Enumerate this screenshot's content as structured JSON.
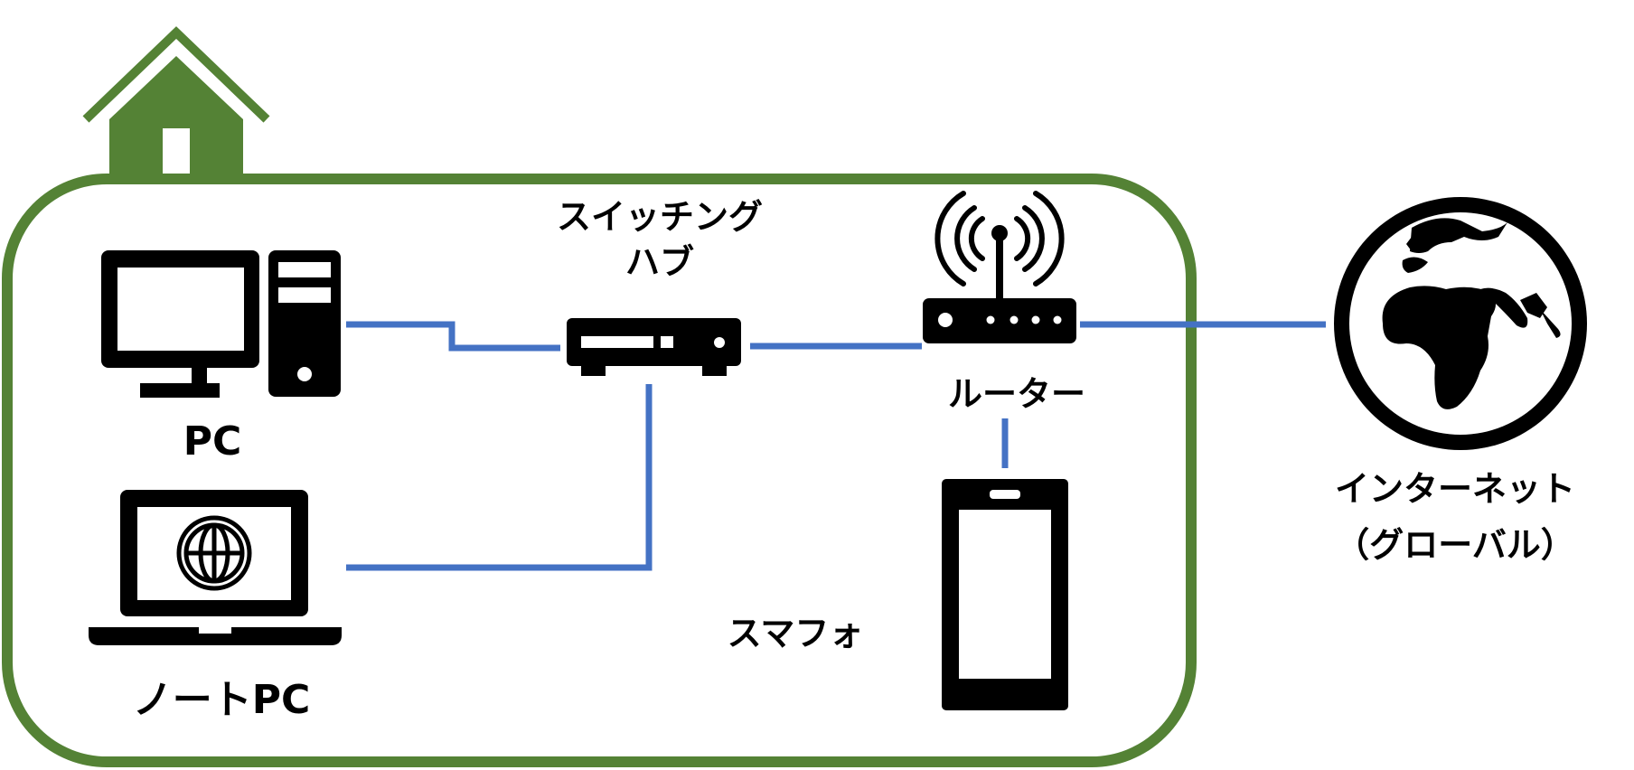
{
  "diagram": {
    "nodes": {
      "pc": {
        "label": "PC",
        "icon": "desktop-computer-icon"
      },
      "notebook": {
        "label": "ノートPC",
        "icon": "laptop-icon"
      },
      "switching_hub": {
        "label_line1": "スイッチング",
        "label_line2": "ハブ",
        "icon": "switching-hub-icon"
      },
      "router": {
        "label": "ルーター",
        "icon": "wifi-router-icon"
      },
      "smartphone": {
        "label": "スマフォ",
        "icon": "smartphone-icon"
      },
      "internet": {
        "label_line1": "インターネット",
        "label_line2": "（グローバル）",
        "icon": "globe-icon"
      }
    },
    "home": {
      "icon": "house-icon"
    },
    "colors": {
      "house_green": "#548235",
      "link_blue": "#4472C4",
      "device_black": "#000000"
    }
  }
}
